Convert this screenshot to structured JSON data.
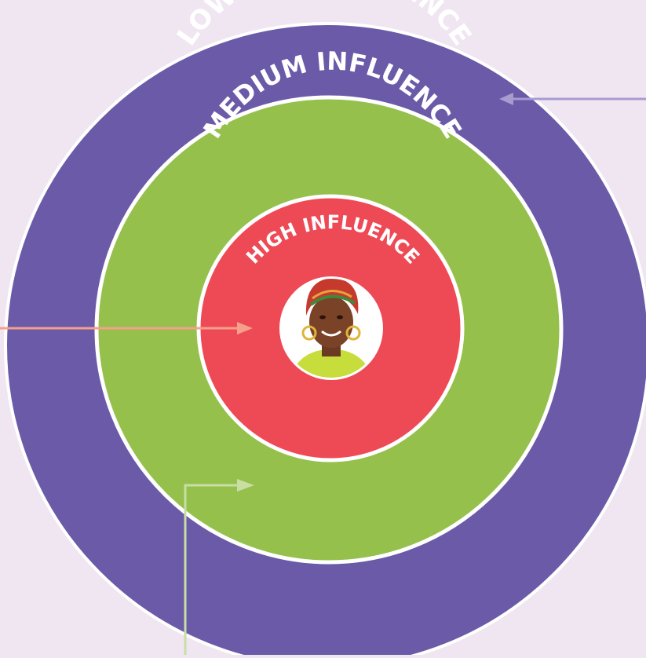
{
  "diagram": {
    "rings": {
      "outer": {
        "label": "LOW / NO INFLUENCE",
        "color": "#6a5aa8"
      },
      "middle": {
        "label": "MEDIUM INFLUENCE",
        "color": "#95c04c"
      },
      "inner": {
        "label": "HIGH INFLUENCE",
        "color": "#ee4a56"
      }
    },
    "arrows": {
      "outer": {
        "color": "#a79bd0"
      },
      "middle": {
        "color": "#c8dea4"
      },
      "inner": {
        "color": "#f4a08c"
      }
    },
    "ring_border_color": "#ffffff",
    "center_icon": "woman-portrait-icon"
  }
}
